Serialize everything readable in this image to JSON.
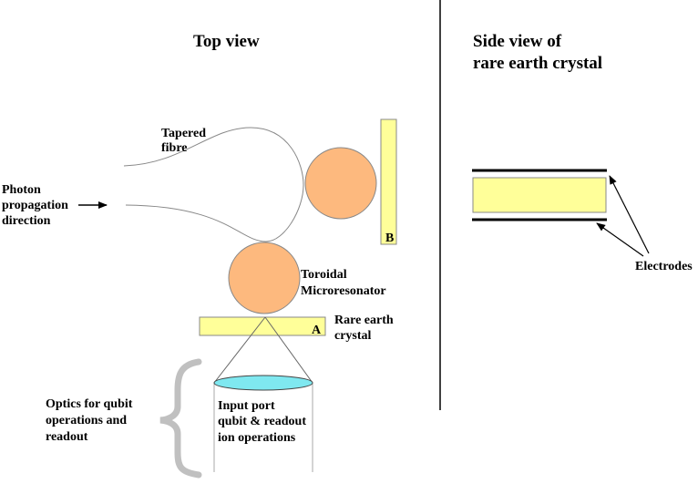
{
  "titles": {
    "top_view": "Top view",
    "side_view_line1": "Side view of",
    "side_view_line2": "rare earth crystal"
  },
  "labels": {
    "tapered_fibre_1": "Tapered",
    "tapered_fibre_2": "fibre",
    "photon_1": "Photon",
    "photon_2": "propagation",
    "photon_3": "direction",
    "toroidal_1": "Toroidal",
    "toroidal_2": "Microresonator",
    "rare_earth_1": "Rare earth",
    "rare_earth_2": "crystal",
    "crystal_a": "A",
    "crystal_b": "B",
    "optics_1": "Optics for qubit",
    "optics_2": "operations and",
    "optics_3": "readout",
    "input_1": "Input port",
    "input_2": "qubit & readout",
    "input_3": "ion operations",
    "electrodes": "Electrodes"
  },
  "colors": {
    "crystal_fill": "#ffff99",
    "resonator_fill": "#fdb97e",
    "lens_fill": "#7fe8f0",
    "brace": "#c0c0c0"
  }
}
